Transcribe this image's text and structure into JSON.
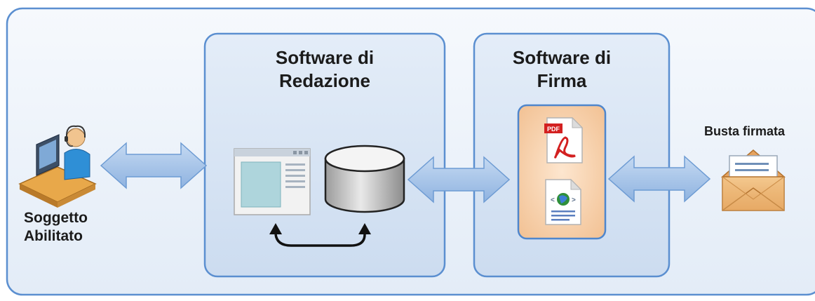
{
  "diagram": {
    "actor": {
      "label_line1": "Soggetto",
      "label_line2": "Abilitato",
      "icon": "user-at-computer-icon"
    },
    "redazione": {
      "title_line1": "Software di",
      "title_line2": "Redazione",
      "icons": [
        "application-window-icon",
        "database-icon",
        "bidirectional-loop-arrow-icon"
      ]
    },
    "firma": {
      "title_line1": "Software di",
      "title_line2": "Firma",
      "icons": [
        "pdf-document-icon",
        "xml-document-icon"
      ]
    },
    "output": {
      "label": "Busta firmata",
      "icon": "open-envelope-icon"
    },
    "arrows": [
      "double-arrow",
      "double-arrow",
      "double-arrow"
    ],
    "colors": {
      "panel_border": "#5b8fd0",
      "panel_fill": "#d6e4f4",
      "outer_fill": "#eef3fa",
      "doc_panel_fill": "#f7d2ae",
      "doc_panel_border": "#4f86cc",
      "arrow_fill": "#a9c6ea",
      "arrow_stroke": "#6d9bd3"
    }
  }
}
